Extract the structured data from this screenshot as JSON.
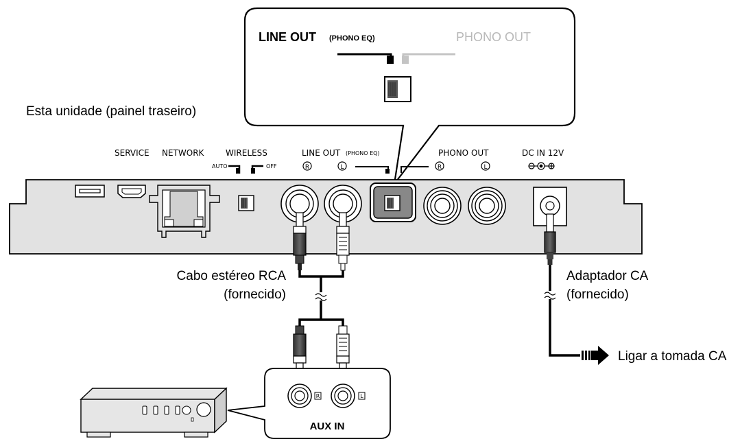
{
  "device_title": "Esta unidade (painel traseiro)",
  "callout": {
    "line_out_main": "LINE OUT",
    "line_out_sub": "(PHONO EQ)",
    "phono_out": "PHONO OUT"
  },
  "panel_labels": {
    "service": "SERVICE",
    "network": "NETWORK",
    "wireless": "WIRELESS",
    "auto": "AUTO",
    "off": "OFF",
    "line_out_main": "LINE OUT",
    "line_out_sub": "(PHONO EQ)",
    "phono_out": "PHONO OUT",
    "dc_in": "DC IN 12V",
    "r": "R",
    "l": "L"
  },
  "cable_rca": {
    "line1": "Cabo estéreo RCA",
    "line2": "(fornecido)"
  },
  "adapter": {
    "line1": "Adaptador CA",
    "line2": "(fornecido)"
  },
  "outlet_label": "Ligar a tomada CA",
  "aux_in_label": "AUX IN",
  "aux_r": "R",
  "aux_l": "L",
  "colors": {
    "line": "#000000",
    "panel": "#e0e0e0",
    "highlight": "#888888",
    "muted": "#b8b8b8"
  }
}
